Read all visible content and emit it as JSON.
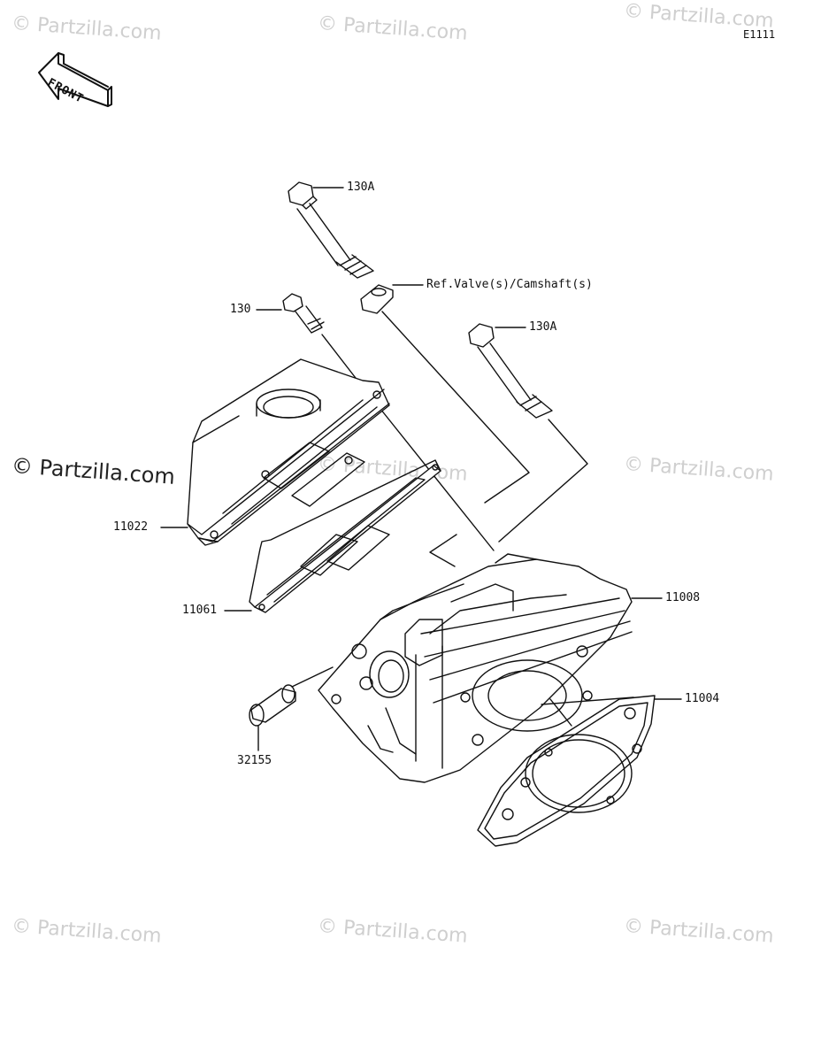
{
  "diagram_code": "E1111",
  "front_label": "FRONT",
  "watermark_main": "© Partzilla.com",
  "watermark": "© Partzilla.com",
  "parts": {
    "bolt_130A_top": "130A",
    "bolt_130A_right": "130A",
    "bolt_130": "130",
    "ref_valve": "Ref.Valve(s)/Camshaft(s)",
    "cover_11022": "11022",
    "gasket_11061": "11061",
    "head_11008": "11008",
    "gasket_11004": "11004",
    "pipe_32155": "32155"
  }
}
